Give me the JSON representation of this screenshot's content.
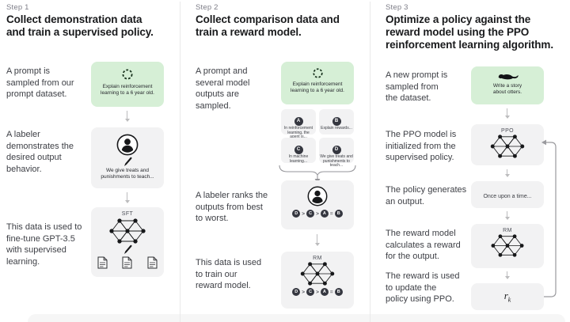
{
  "step1": {
    "label": "Step 1",
    "title": "Collect demonstration data\nand train a supervised policy.",
    "text_prompt": "A prompt is\nsampled from our\nprompt dataset.",
    "text_labeler": "A labeler\ndemonstrates the\ndesired output\nbehavior.",
    "text_finetune": "This data is used to\nfine-tune GPT-3.5\nwith supervised\nlearning.",
    "prompt_box_text": "Explain reinforcement\nlearning to a 6 year old.",
    "labeler_box_text": "We give treats and\npunishments to teach...",
    "sft_label": "SFT"
  },
  "step2": {
    "label": "Step 2",
    "title": "Collect comparison data and\ntrain a reward model.",
    "text_prompt": "A prompt and\nseveral model\noutputs are\nsampled.",
    "text_rank": "A labeler ranks the\noutputs from best\nto worst.",
    "text_train": "This data is used\nto train our\nreward model.",
    "prompt_box_text": "Explain reinforcement\nlearning to a 6 year old.",
    "outputs": [
      {
        "letter": "A",
        "text": "In reinforcement\nlearning, the\nagent is..."
      },
      {
        "letter": "B",
        "text": "Explain rewards..."
      },
      {
        "letter": "C",
        "text": "In machine\nlearning..."
      },
      {
        "letter": "D",
        "text": "We give treats and\npunishments to\nteach..."
      }
    ],
    "ranking": {
      "l0": "D",
      "s0": ">",
      "l1": "C",
      "s1": ">",
      "l2": "A",
      "s2": "=",
      "l3": "B"
    },
    "rm_label": "RM"
  },
  "step3": {
    "label": "Step 3",
    "title": "Optimize a policy against the\nreward model using the PPO\nreinforcement learning algorithm.",
    "text_prompt": "A new prompt is\nsampled from\nthe dataset.",
    "text_init": "The PPO model is\ninitialized from the\nsupervised policy.",
    "text_output": "The policy generates\nan output.",
    "text_reward": "The reward model\ncalculates a reward\nfor the output.",
    "text_update": "The reward is used\nto update the\npolicy using PPO.",
    "prompt_box_text": "Write a story\nabout otters.",
    "ppo_label": "PPO",
    "output_box_text": "Once upon a time...",
    "rm_label": "RM",
    "reward_symbol": "r",
    "reward_sub": "k"
  },
  "colors": {
    "green_box": "#d6efd6",
    "gray_box": "#f2f2f3",
    "circle_dark": "#353740"
  }
}
